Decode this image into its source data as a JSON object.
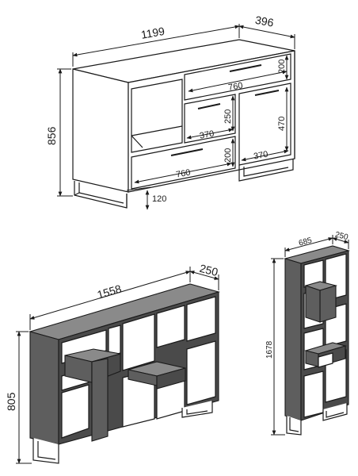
{
  "sideboard": {
    "width": "1199",
    "depth": "396",
    "height": "856",
    "drawer_top_width": "760",
    "drawer_top_height": "200",
    "drawer_small_width": "370",
    "drawer_small_height": "250",
    "door_width": "370",
    "door_height": "470",
    "drawer_bottom_width": "760",
    "drawer_bottom_height": "200",
    "leg_height": "120"
  },
  "bookcase_wide": {
    "width": "1558",
    "depth": "250",
    "height": "805"
  },
  "bookcase_tall": {
    "width": "685",
    "depth": "250",
    "height": "1678"
  }
}
